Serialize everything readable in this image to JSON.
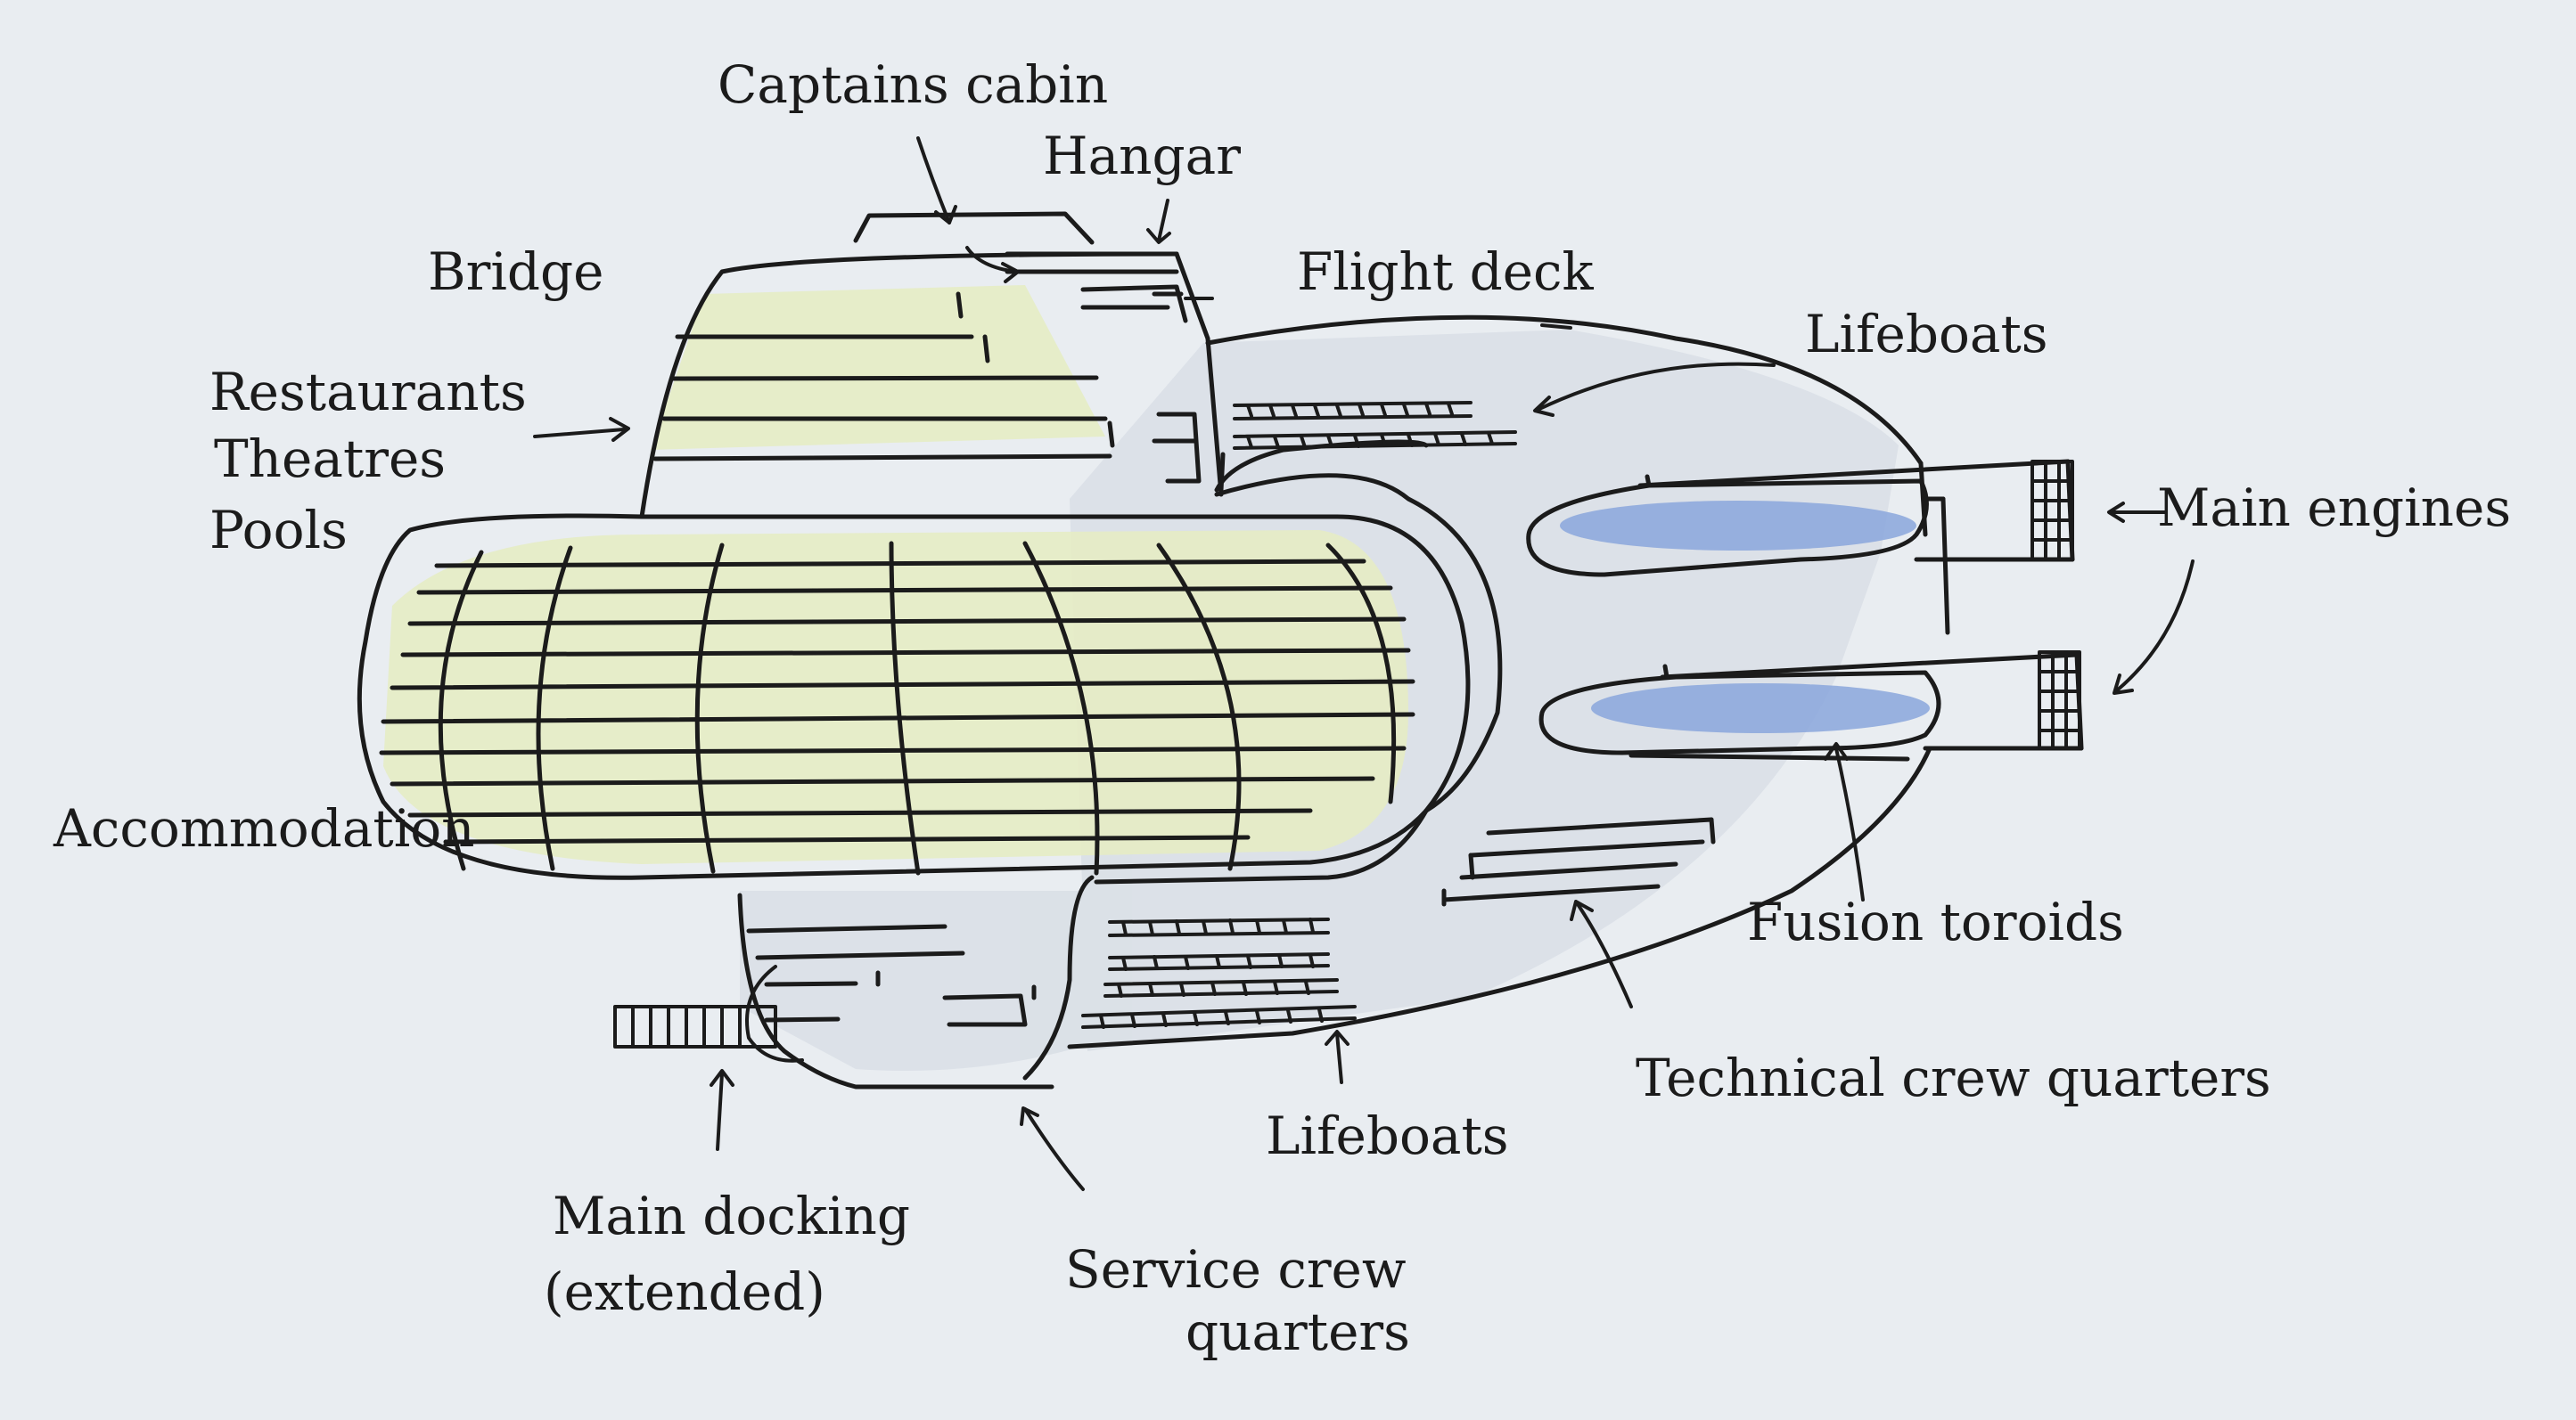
{
  "labels": {
    "captains_cabin": "Captains cabin",
    "hangar": "Hangar",
    "bridge": "Bridge",
    "flight_deck": "Flight deck",
    "lifeboats_upper": "Lifeboats",
    "restaurants": "Restaurants",
    "theatres": "Theatres",
    "pools": "Pools",
    "main_engines": "Main engines",
    "accommodation": "Accommodation",
    "fusion_toroids": "Fusion toroids",
    "technical_crew_quarters": "Technical crew quarters",
    "lifeboats_lower": "Lifeboats",
    "main_docking_line1": "Main docking",
    "main_docking_line2": "(extended)",
    "service_crew_line1": "Service crew",
    "service_crew_line2": "quarters"
  },
  "colors": {
    "paper": "#e9edf1",
    "ink": "#1b1b1b",
    "yellow_shading": "#e6ecc4",
    "blue_shading": "#8aa6dc",
    "grey_shading": "#d6dce4"
  }
}
